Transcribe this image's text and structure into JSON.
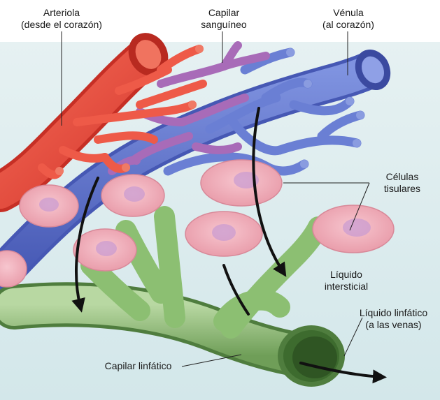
{
  "labels": {
    "arteriole": {
      "line1": "Arteriola",
      "line2": "(desde el corazón)"
    },
    "blood_capillary": {
      "line1": "Capilar",
      "line2": "sanguíneo"
    },
    "venule": {
      "line1": "Vénula",
      "line2": "(al corazón)"
    },
    "tissue_cells": {
      "line1": "Células",
      "line2": "tisulares"
    },
    "interstitial_fluid": {
      "line1": "Líquido",
      "line2": "intersticial"
    },
    "lymph": {
      "line1": "Líquido linfático",
      "line2": "(a las venas)"
    },
    "lymph_capillary": {
      "line1": "Capilar linfático"
    }
  },
  "colors": {
    "artery": "#e8483b",
    "capillary": "#a86bb8",
    "vein": "#5a6fc9",
    "lymph": "#7fb069",
    "cell": "#f3b3be",
    "background": "#dcecef"
  }
}
